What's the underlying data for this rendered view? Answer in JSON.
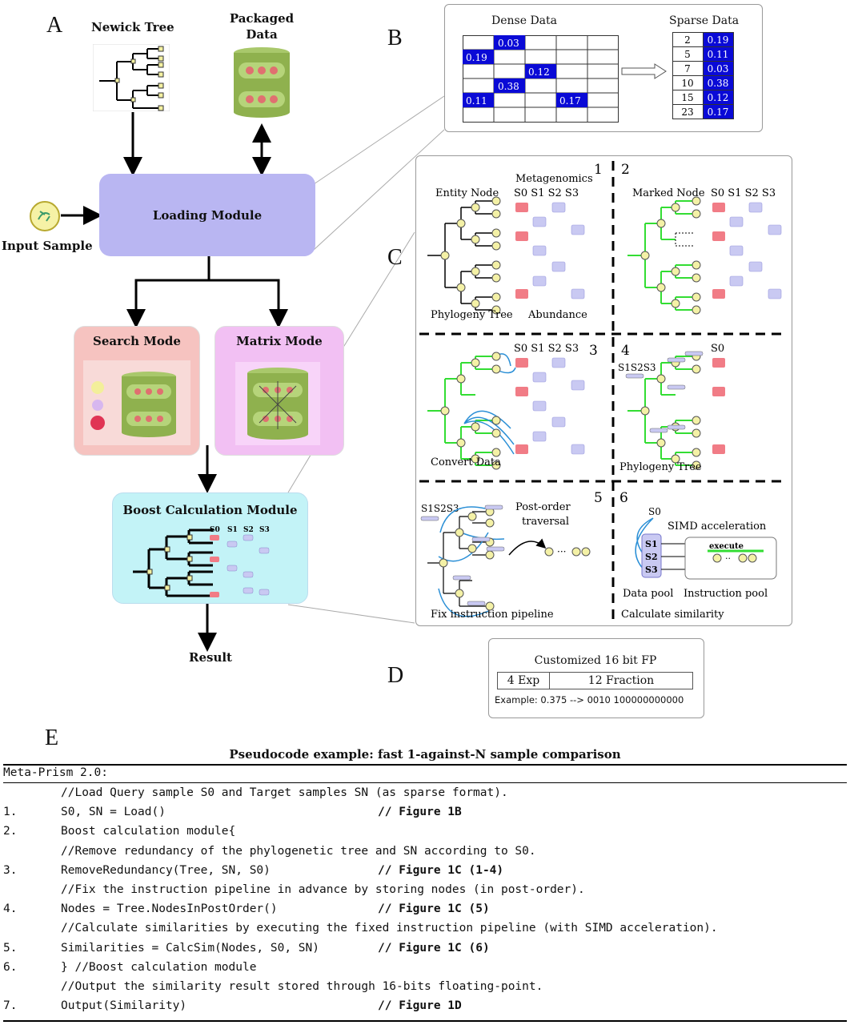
{
  "panel_letters": {
    "a": "A",
    "b": "B",
    "c": "C",
    "d": "D",
    "e": "E"
  },
  "panel_a": {
    "newick_tree": "Newick Tree",
    "packaged_data": [
      "Packaged",
      "Data"
    ],
    "input_sample": "Input Sample",
    "loading_module": "Loading Module",
    "search_mode": "Search Mode",
    "matrix_mode": "Matrix Mode",
    "boost_module": "Boost Calculation Module",
    "sample_labels": [
      "S0",
      "S1",
      "S2",
      "S3"
    ],
    "result": "Result",
    "colors": {
      "loading": "#b9b6f2",
      "search": "#f6c3c0",
      "matrix": "#f2c0f3",
      "boost": "#c3f3f7",
      "db": "#8fb14e"
    }
  },
  "panel_b": {
    "dense_title": "Dense Data",
    "sparse_title": "Sparse Data",
    "dense_values": [
      "0.03",
      "0.19",
      "0.12",
      "0.38",
      "0.11",
      "0.17"
    ],
    "sparse_rows": [
      {
        "index": "2",
        "value": "0.19"
      },
      {
        "index": "5",
        "value": "0.11"
      },
      {
        "index": "7",
        "value": "0.03"
      },
      {
        "index": "10",
        "value": "0.38"
      },
      {
        "index": "15",
        "value": "0.12"
      },
      {
        "index": "23",
        "value": "0.17"
      }
    ],
    "accent": "#0a0ad6"
  },
  "panel_c": {
    "quad_numbers": [
      "1",
      "2",
      "3",
      "4",
      "5",
      "6"
    ],
    "q1": {
      "metagenomics": "Metagenomics",
      "entity_node": "Entity Node",
      "samples": "S0  S1  S2  S3",
      "phylogeny_tree": "Phylogeny Tree",
      "abundance": "Abundance"
    },
    "q2": {
      "marked_node": "Marked Node",
      "samples": "S0  S1  S2  S3"
    },
    "q3": {
      "samples": "S0  S1  S2  S3",
      "convert_data": "Convert Data"
    },
    "q4": {
      "samples_left": "S1S2S3",
      "s0": "S0",
      "phylogeny_tree": "Phylogeny Tree"
    },
    "q5": {
      "samples_left": "S1S2S3",
      "post_order": [
        "Post-order",
        "traversal"
      ],
      "fix_pipeline": "Fix instruction pipeline"
    },
    "q6": {
      "s0": "S0",
      "simd": "SIMD acceleration",
      "execute": "execute",
      "pool_items": [
        "S1",
        "S2",
        "S3"
      ],
      "data_pool": "Data pool",
      "instruction_pool": "Instruction pool",
      "calc_similarity": "Calculate similarity"
    }
  },
  "panel_d": {
    "title": "Customized 16 bit FP",
    "exp": "4 Exp",
    "fraction": "12 Fraction",
    "example": "Example: 0.375 --> 0010 100000000000"
  },
  "panel_e": {
    "title": "Pseudocode example: fast 1-against-N sample comparison",
    "header": "Meta-Prism 2.0:",
    "lines": [
      {
        "num": "",
        "code": "//Load Query sample S0 and Target samples SN (as sparse format).",
        "ref": ""
      },
      {
        "num": "1.",
        "code": "S0, SN = Load()",
        "ref": "// Figure 1B"
      },
      {
        "num": "2.",
        "code": "Boost calculation module{",
        "ref": ""
      },
      {
        "num": "",
        "code": "//Remove redundancy of the phylogenetic tree and SN according to S0.",
        "ref": ""
      },
      {
        "num": "3.",
        "code": "RemoveRedundancy(Tree, SN, S0)",
        "ref": "// Figure 1C (1-4)"
      },
      {
        "num": "",
        "code": "//Fix the instruction pipeline in advance by storing nodes (in post-order).",
        "ref": ""
      },
      {
        "num": "4.",
        "code": "Nodes = Tree.NodesInPostOrder()",
        "ref": "// Figure 1C (5)"
      },
      {
        "num": "",
        "code": "//Calculate similarities by executing the fixed instruction pipeline (with SIMD acceleration).",
        "ref": ""
      },
      {
        "num": "5.",
        "code": "Similarities = CalcSim(Nodes, S0, SN)",
        "ref": "// Figure 1C (6)"
      },
      {
        "num": "6.",
        "code": "} //Boost calculation module",
        "ref": ""
      },
      {
        "num": "",
        "code": "//Output the similarity result stored through 16-bits floating-point.",
        "ref": ""
      },
      {
        "num": "7.",
        "code": "Output(Similarity)",
        "ref": "// Figure 1D"
      }
    ]
  }
}
